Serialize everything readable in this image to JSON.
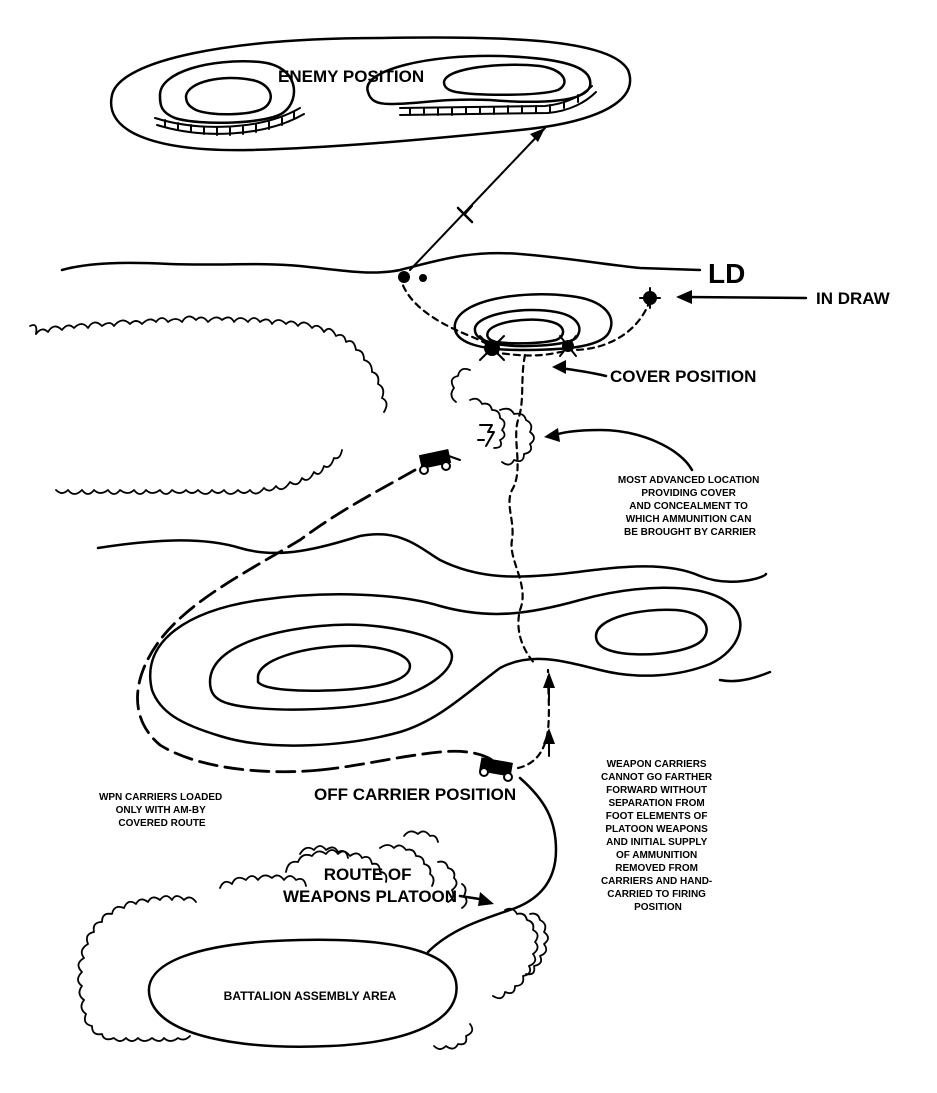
{
  "labels": {
    "enemy_position": "ENEMY POSITION",
    "ld": "LD",
    "in_draw": "IN DRAW",
    "cover_position": "COVER POSITION",
    "advanced_location": [
      "MOST ADVANCED LOCATION",
      "PROVIDING COVER",
      "AND CONCEALMENT TO",
      "WHICH AMMUNITION CAN",
      "BE BROUGHT BY CARRIER"
    ],
    "wpn_carriers": [
      "WPN CARRIERS LOADED",
      "ONLY WITH AM-BY",
      "COVERED ROUTE"
    ],
    "off_carrier_position": "OFF CARRIER POSITION",
    "weapon_carriers_note": [
      "WEAPON CARRIERS",
      "CANNOT GO FARTHER",
      "FORWARD WITHOUT",
      "SEPARATION FROM",
      "FOOT ELEMENTS OF",
      "PLATOON WEAPONS",
      "AND INITIAL SUPPLY",
      "OF AMMUNITION",
      "REMOVED FROM",
      "CARRIERS AND HAND-",
      "CARRIED TO FIRING",
      "POSITION"
    ],
    "route_of_weapons_platoon": [
      "ROUTE OF",
      "WEAPONS PLATOON"
    ],
    "battalion_assembly_area": "BATTALION ASSEMBLY AREA"
  },
  "icons": {
    "vehicle": "carrier-vehicle-icon",
    "weapon": "weapon-position-icon",
    "arrow": "arrow-icon"
  }
}
